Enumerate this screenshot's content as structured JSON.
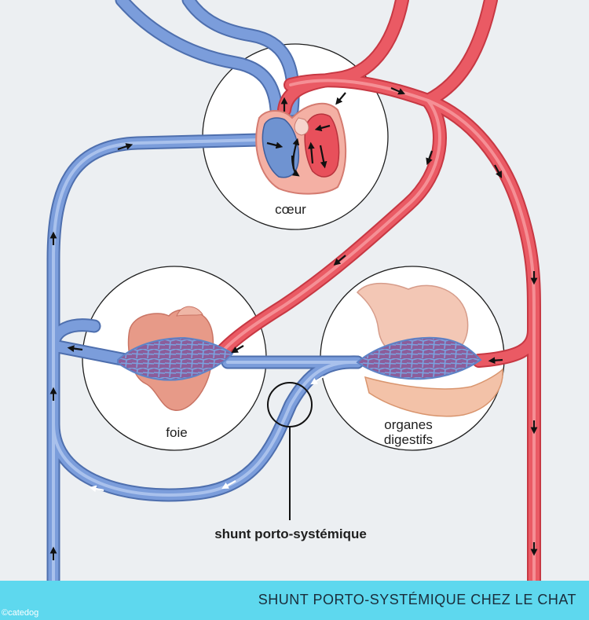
{
  "labels": {
    "heart": "cœur",
    "liver": "foie",
    "organs_line1": "organes",
    "organs_line2": "digestifs",
    "shunt": "shunt porto-systémique"
  },
  "footer": {
    "title": "SHUNT PORTO-SYSTÉMIQUE CHEZ LE CHAT",
    "credit": "©catedog"
  },
  "colors": {
    "background": "#eceff2",
    "vein_blue": "#6f93d1",
    "artery_red": "#e8505b",
    "footer_cyan": "#5ed8ee",
    "circle_fill": "#ffffff"
  }
}
